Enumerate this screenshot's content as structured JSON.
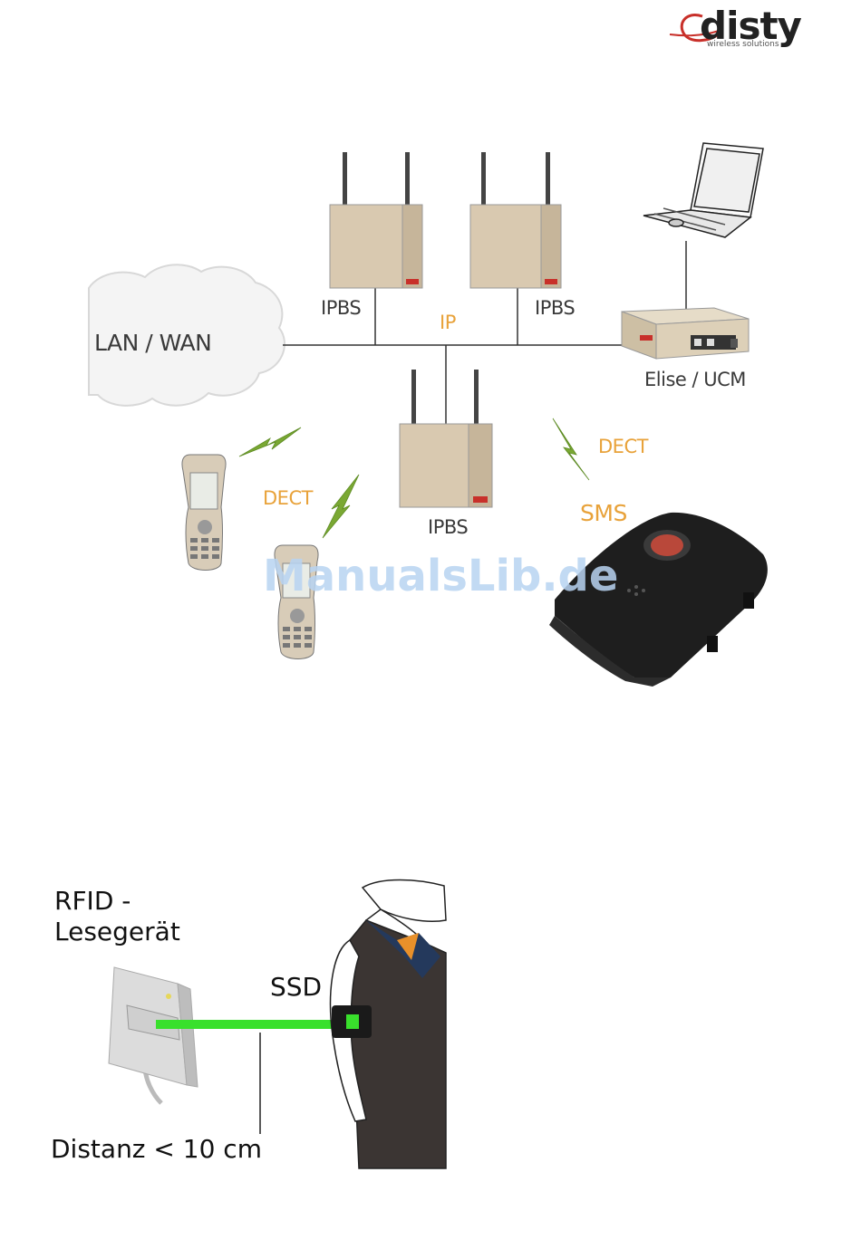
{
  "logo": {
    "brand": "disty",
    "tagline": "wireless solutions"
  },
  "network": {
    "cloud_label": "LAN / WAN",
    "ip_label": "IP",
    "ipbs_left": "IPBS",
    "ipbs_right": "IPBS",
    "ipbs_center": "IPBS",
    "controller_label": "Elise / UCM",
    "dect_left": "DECT",
    "dect_right": "DECT",
    "sms_label": "SMS"
  },
  "rfid": {
    "reader_label_line1": "RFID -",
    "reader_label_line2": "Lesegerät",
    "ssd_label": "SSD",
    "distance_label": "Distanz < 10 cm"
  },
  "watermark": "ManualsLib.de",
  "colors": {
    "box": "#d9c9b0",
    "box_side": "#c6b59a",
    "accent_red": "#c8302a",
    "orange_text": "#e8a23a",
    "lightning": "#7aa833",
    "green_beam": "#39e02c",
    "watermark": "#b8d4f2"
  }
}
